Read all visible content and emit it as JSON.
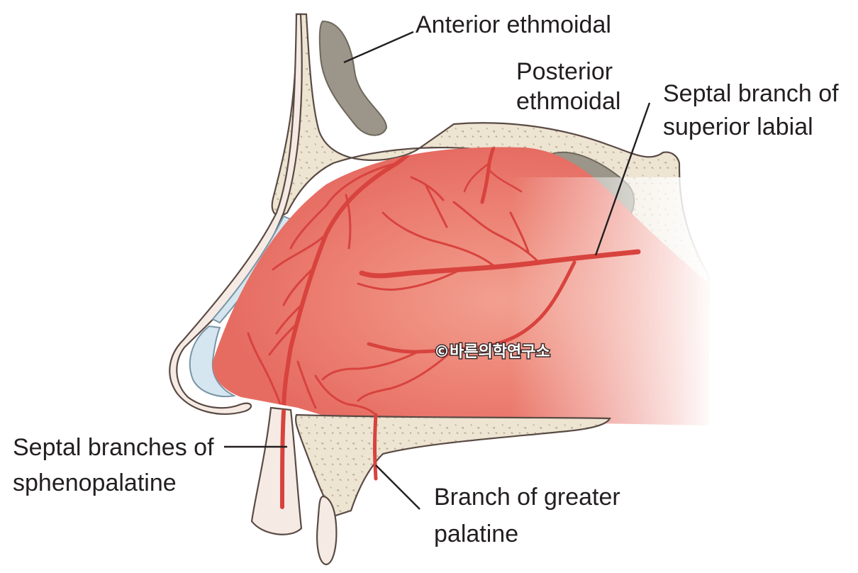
{
  "labels": {
    "anterior_ethmoidal": "Anterior ethmoidal",
    "posterior_ethmoidal_1": "Posterior",
    "posterior_ethmoidal_2": "ethmoidal",
    "septal_superior_labial_1": "Septal branch of",
    "septal_superior_labial_2": "superior labial",
    "septal_sphenopalatine_1": "Septal branches of",
    "septal_sphenopalatine_2": "sphenopalatine",
    "greater_palatine_1": "Branch of greater",
    "greater_palatine_2": "palatine"
  },
  "watermark": "©바른의학연구소",
  "colors": {
    "mucosa": "#ea7468",
    "bone": "#ede4d2",
    "sinus": "#9b9689",
    "cartilage": "#d5e6f0",
    "artery": "#d8433e",
    "skin": "#f6ebe4"
  }
}
